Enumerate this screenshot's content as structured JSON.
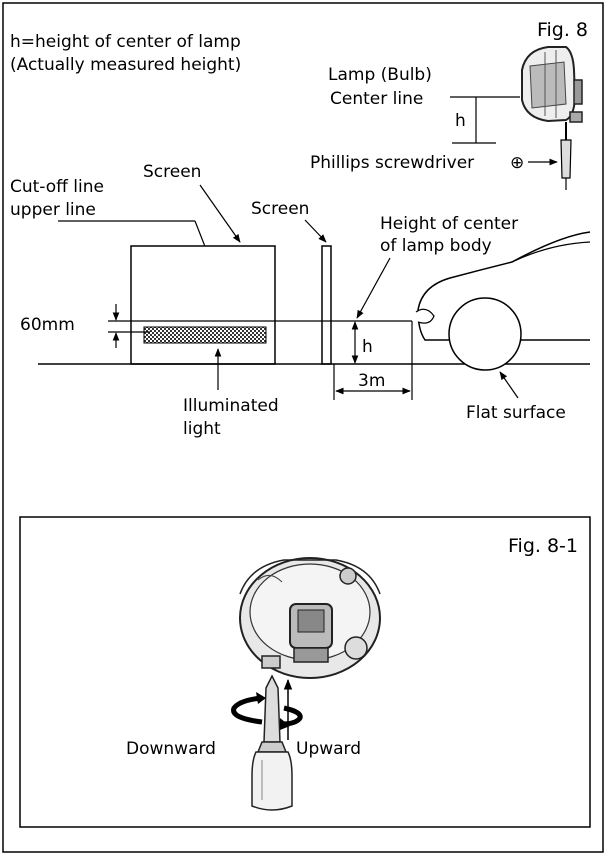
{
  "fig8": {
    "fig_label": "Fig. 8",
    "definition_line1": "h=height of center of lamp",
    "definition_line2": "(Actually measured height)",
    "lamp_label": "Lamp (Bulb)",
    "center_line_label": "Center line",
    "h_label": "h",
    "screwdriver_label": "Phillips screwdriver",
    "screwdriver_symbol": "⊕",
    "screen_label_left": "Screen",
    "screen_label_mid": "Screen",
    "cutoff_line1": "Cut-off line",
    "cutoff_line2": "upper line",
    "lamp_body_line1": "Height of center",
    "lamp_body_line2": "of lamp body",
    "dimension_60mm": "60mm",
    "h_label_ground": "h",
    "distance_label": "3m",
    "illuminated_line1": "Illuminated",
    "illuminated_line2": "light",
    "flat_surface": "Flat surface"
  },
  "fig8_1": {
    "fig_label": "Fig. 8-1",
    "downward": "Downward",
    "upward": "Upward"
  }
}
